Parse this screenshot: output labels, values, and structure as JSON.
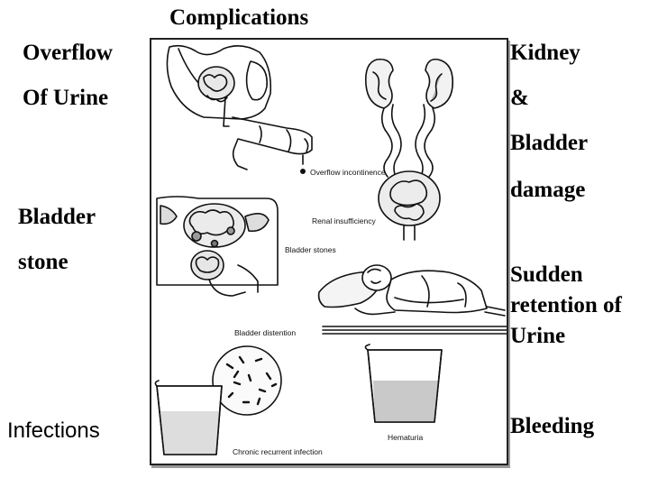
{
  "title": "Complications",
  "labels": {
    "overflow_1": "Overflow",
    "overflow_2": "Of Urine",
    "bladder_stone_1": "Bladder",
    "bladder_stone_2": "stone",
    "infections": "Infections",
    "kidney_1": "Kidney",
    "kidney_2": "&",
    "kidney_3": "Bladder",
    "kidney_4": "damage",
    "retention_1": "Sudden",
    "retention_2": "retention of",
    "retention_3": "Urine",
    "bleeding": "Bleeding"
  },
  "figure_captions": {
    "overflow": "Overflow incontinence",
    "renal": "Renal insufficiency",
    "stones": "Bladder stones",
    "distention": "Bladder distention",
    "infection": "Chronic recurrent infection",
    "hematuria": "Hematuria"
  }
}
